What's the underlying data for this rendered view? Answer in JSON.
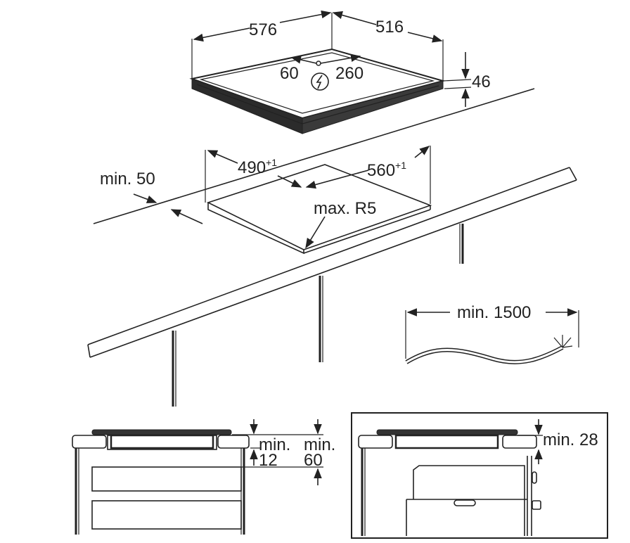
{
  "hob": {
    "width": "576",
    "depth": "516",
    "height": "46",
    "conn_left": "60",
    "conn_right": "260"
  },
  "cutout": {
    "width_base": "490",
    "width_tol": "+1",
    "depth_base": "560",
    "depth_tol": "+1",
    "min_edge": "min. 50",
    "radius": "max. R5"
  },
  "cable": {
    "length": "min. 1500"
  },
  "side_view_left": {
    "gap_a_line1": "min.",
    "gap_a_line2": "12",
    "gap_b_line1": "min.",
    "gap_b_line2": "60"
  },
  "side_view_right": {
    "gap": "min. 28"
  }
}
